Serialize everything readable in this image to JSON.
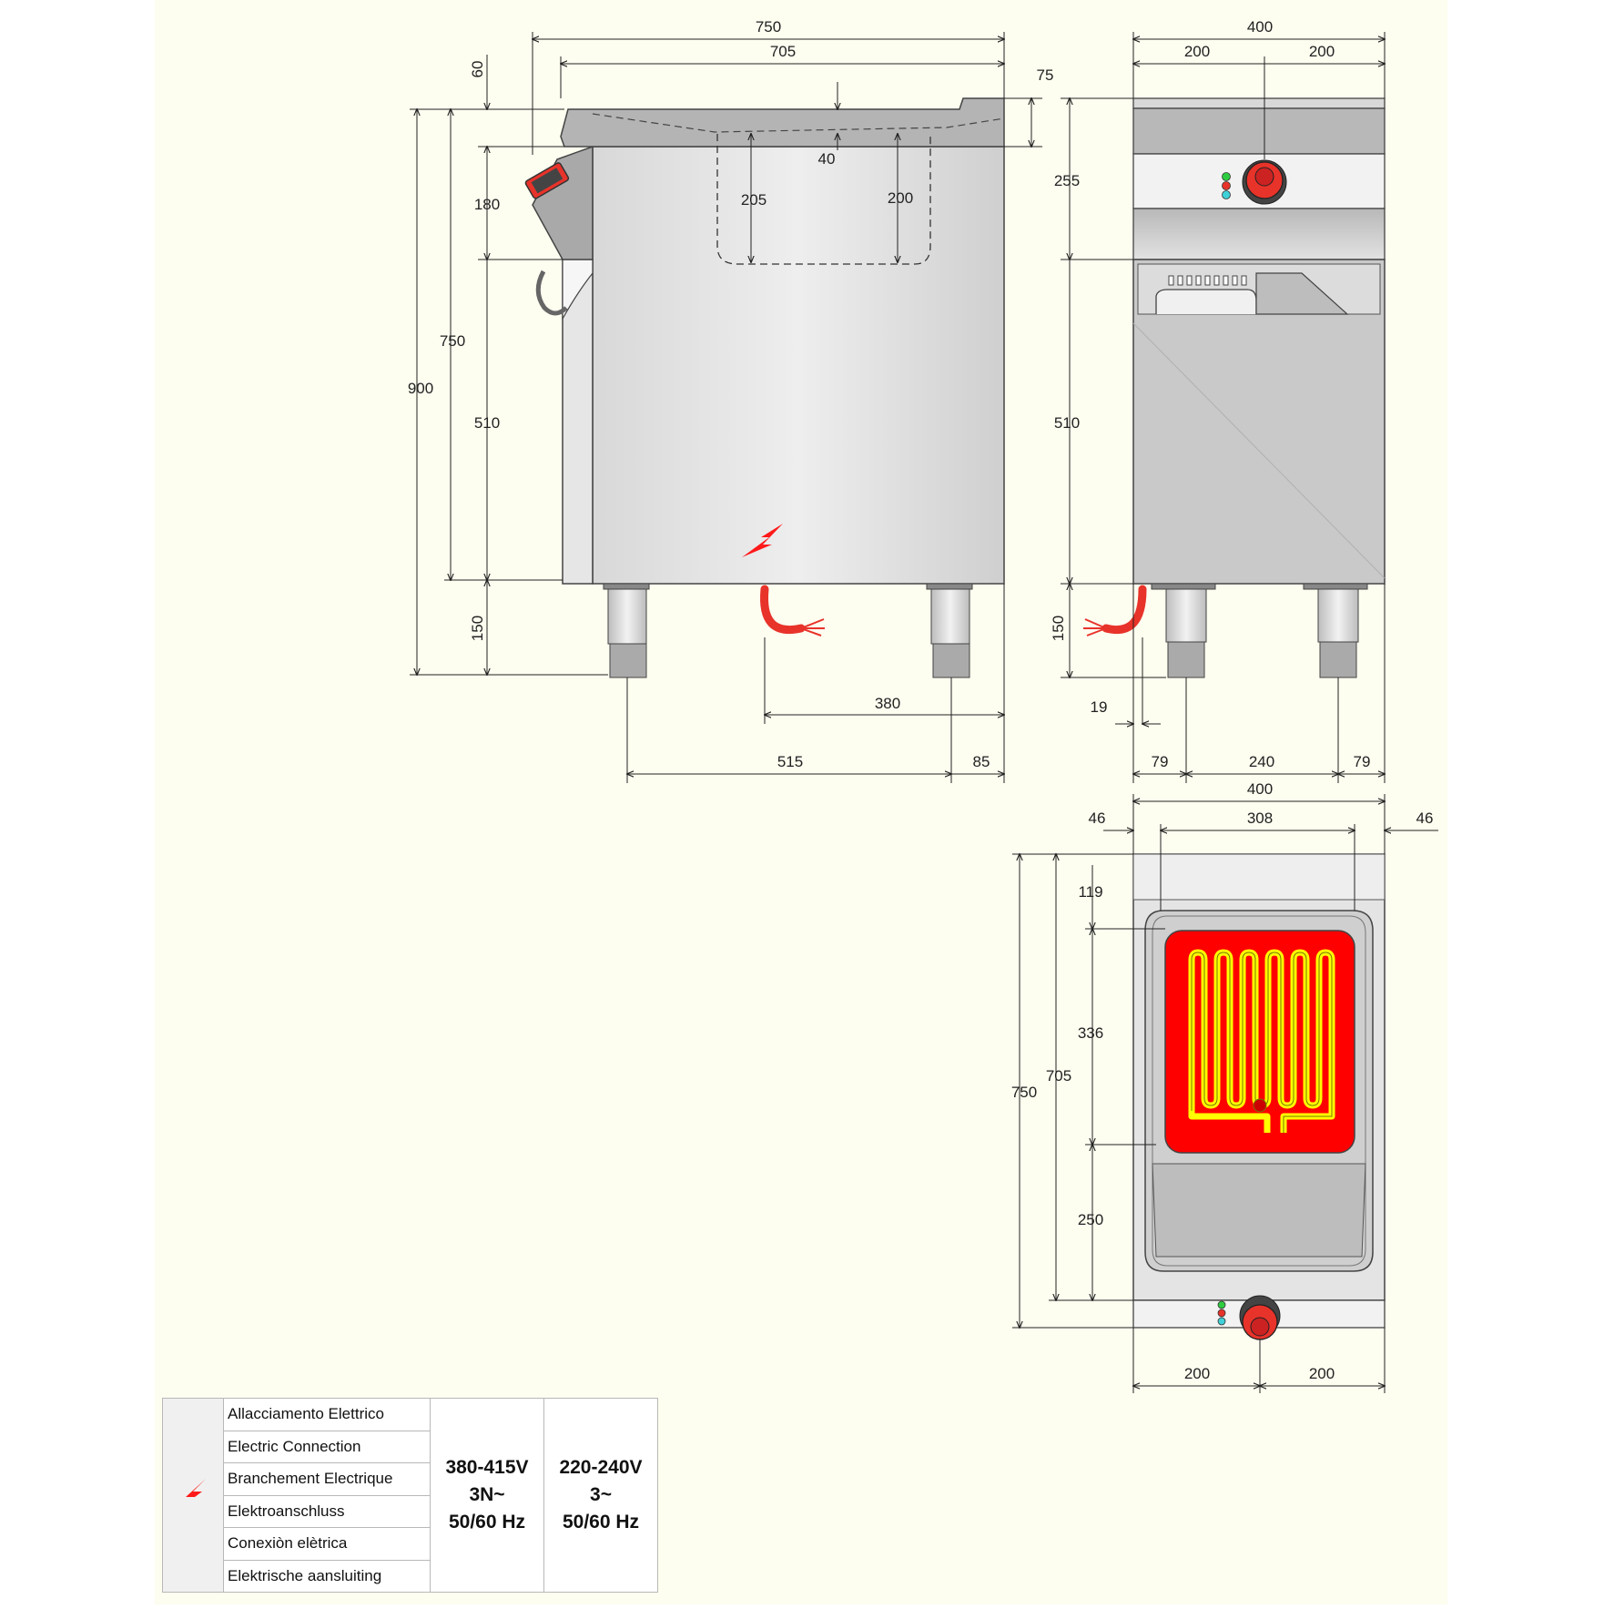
{
  "dimensions": {
    "side_view": {
      "total_length": "750",
      "top_length": "705",
      "panel_drop": "60",
      "rim_height": "75",
      "tank_inset": "40",
      "tank_depth_front": "205",
      "tank_depth_back": "200",
      "total_height": "900",
      "body_height": "750",
      "control_height": "180",
      "cabinet_height": "510",
      "leg_height": "150",
      "connection_offset": "380",
      "leg_spacing": "515",
      "rear_offset": "85"
    },
    "front_view": {
      "width": "400",
      "half_left": "200",
      "half_right": "200",
      "top_section": "255",
      "cabinet": "510",
      "legs": "150",
      "cable_offset": "19",
      "leg_inset_left": "79",
      "leg_spacing": "240",
      "leg_inset_right": "79"
    },
    "top_view": {
      "width": "400",
      "margin_left": "46",
      "tank_width": "308",
      "margin_right": "46",
      "total_depth": "750",
      "inner_depth": "705",
      "front_gap": "119",
      "tank_length": "336",
      "drain_zone": "250",
      "knob_left": "200",
      "knob_right": "200"
    }
  },
  "legend": {
    "connection_labels": [
      "Allacciamento Elettrico",
      "Electric Connection",
      "Branchement Electrique",
      "Elektroanschluss",
      "Conexiòn elètrica",
      "Elektrische aansluiting"
    ],
    "voltage_a": {
      "line1": "380-415V",
      "line2": "3N~",
      "line3": "50/60 Hz"
    },
    "voltage_b": {
      "line1": "220-240V",
      "line2": "3~",
      "line3": "50/60 Hz"
    },
    "symbol_icon": "lightning-bolt-icon"
  },
  "colors": {
    "background": "#FDFDF0",
    "steel_light": "#E8E8E8",
    "steel_mid": "#C8C8C8",
    "steel_dark": "#A8A8A8",
    "heating_red": "#FF0000",
    "element_yellow": "#FFFF00",
    "indicator_green": "#2ECC40",
    "indicator_red": "#E8332A",
    "indicator_cyan": "#3FD0D8"
  }
}
